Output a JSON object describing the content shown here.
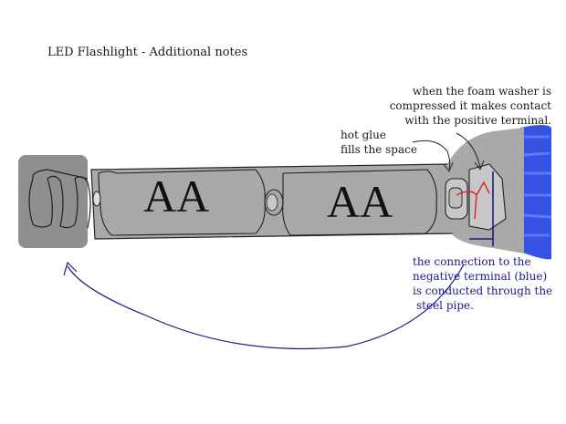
{
  "title": "LED Flashlight - Additional notes",
  "notes": {
    "foam_washer": [
      "when the foam washer is",
      "compressed it makes contact",
      "with the positive terminal."
    ],
    "hot_glue": [
      "hot glue",
      "fills the space"
    ],
    "connection": [
      "the connection  to the",
      "negative terminal (blue)",
      "is conducted through the",
      "steel pipe."
    ]
  },
  "batteries": [
    "AA",
    "AA"
  ],
  "colors": {
    "body": "#a9a9a9",
    "endcap": "#8f8f8f",
    "led_glow": "#1f3fe0",
    "wire_red": "#e02020",
    "wire_blue": "#1a1a8c",
    "arrow": "#1a1a8c"
  }
}
